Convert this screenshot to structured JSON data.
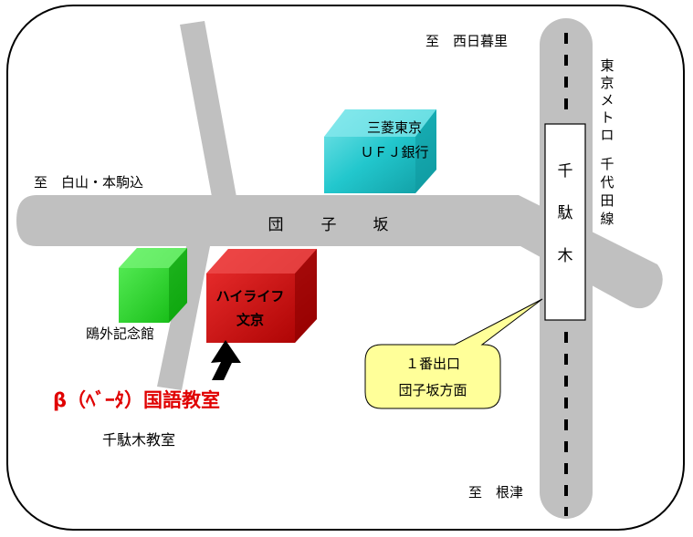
{
  "directions": {
    "top": "至　西日暮里",
    "left": "至　白山・本駒込",
    "bottom": "至　根津"
  },
  "roads": {
    "main": [
      "団",
      "子",
      "坂"
    ]
  },
  "railway": {
    "line_label": [
      "東",
      "京",
      "メ",
      "ト",
      "ロ",
      "",
      "千",
      "代",
      "田",
      "線"
    ],
    "station": [
      "千",
      "駄",
      "木"
    ]
  },
  "buildings": {
    "bank": [
      "三菱東京",
      "ＵＦＪ銀行"
    ],
    "hilife": [
      "ハイライフ",
      "文京"
    ],
    "ogai": "鴎外記念館"
  },
  "school": {
    "name": "β（ﾍﾞｰﾀ）国語教室",
    "branch": "千駄木教室"
  },
  "exit_callout": [
    "１番出口",
    "団子坂方面"
  ],
  "colors": {
    "road": "#c0c0c0",
    "bank": "#21c6cc",
    "hilife": "#cc0000",
    "ogai": "#1ecc1e",
    "callout": "#ffff99",
    "school_text": "#e00000"
  }
}
